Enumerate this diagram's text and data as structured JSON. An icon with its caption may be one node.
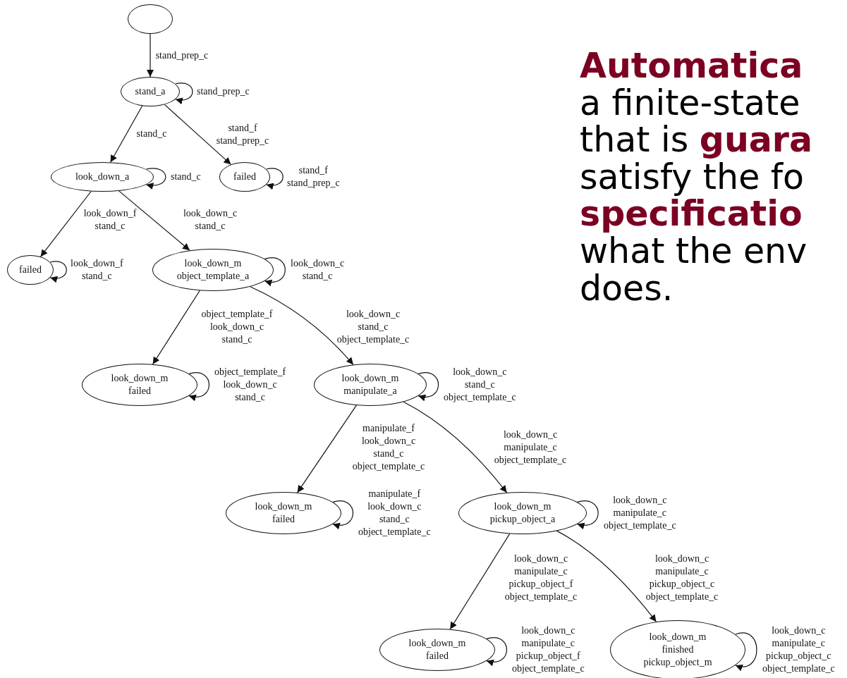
{
  "diagram": {
    "nodes": [
      {
        "text": [],
        "shape": "circle"
      },
      {
        "text": [
          "stand_a"
        ]
      },
      {
        "text": [
          "look_down_a"
        ]
      },
      {
        "text": [
          "failed"
        ]
      },
      {
        "text": [
          "failed"
        ]
      },
      {
        "text": [
          "look_down_m",
          "object_template_a"
        ]
      },
      {
        "text": [
          "look_down_m",
          "failed"
        ]
      },
      {
        "text": [
          "look_down_m",
          "manipulate_a"
        ]
      },
      {
        "text": [
          "look_down_m",
          "failed"
        ]
      },
      {
        "text": [
          "look_down_m",
          "pickup_object_a"
        ]
      },
      {
        "text": [
          "look_down_m",
          "failed"
        ]
      },
      {
        "text": [
          "look_down_m",
          "finished",
          "pickup_object_m"
        ]
      }
    ],
    "edges": [
      {
        "from": 0,
        "to": 1,
        "arrow": "to",
        "label": "stand_prep_c"
      },
      {
        "from": 1,
        "to": 1,
        "arrow": "to",
        "label": "stand_prep_c"
      },
      {
        "from": 1,
        "to": 2,
        "arrow": "to",
        "label": "stand_c"
      },
      {
        "from": 1,
        "to": 3,
        "arrow": "to",
        "label": "stand_f stand_prep_c"
      },
      {
        "from": 2,
        "to": 2,
        "arrow": "to",
        "label": "stand_c"
      },
      {
        "from": 3,
        "to": 3,
        "arrow": "to",
        "label": "stand_f stand_prep_c"
      },
      {
        "from": 2,
        "to": 4,
        "arrow": "to",
        "label": "look_down_f stand_c"
      },
      {
        "from": 2,
        "to": 5,
        "arrow": "to",
        "label": "look_down_c stand_c"
      },
      {
        "from": 4,
        "to": 4,
        "arrow": "to",
        "label": "look_down_f stand_c"
      },
      {
        "from": 5,
        "to": 5,
        "arrow": "to",
        "label": "look_down_c stand_c"
      },
      {
        "from": 5,
        "to": 6,
        "arrow": "to",
        "label": "object_template_f look_down_c stand_c"
      },
      {
        "from": 5,
        "to": 7,
        "arrow": "to",
        "label": "look_down_c stand_c object_template_c"
      },
      {
        "from": 6,
        "to": 6,
        "arrow": "to",
        "label": "object_template_f look_down_c stand_c"
      },
      {
        "from": 7,
        "to": 7,
        "arrow": "to",
        "label": "look_down_c stand_c object_template_c"
      },
      {
        "from": 7,
        "to": 8,
        "arrow": "to",
        "label": "manipulate_f look_down_c stand_c object_template_c"
      },
      {
        "from": 7,
        "to": 9,
        "arrow": "to",
        "label": "look_down_c manipulate_c object_template_c"
      },
      {
        "from": 8,
        "to": 8,
        "arrow": "to",
        "label": "manipulate_f look_down_c stand_c object_template_c"
      },
      {
        "from": 9,
        "to": 9,
        "arrow": "to",
        "label": "look_down_c manipulate_c object_template_c"
      },
      {
        "from": 9,
        "to": 10,
        "arrow": "to",
        "label": "look_down_c manipulate_c pickup_object_f object_template_c"
      },
      {
        "from": 9,
        "to": 11,
        "arrow": "to",
        "label": "look_down_c manipulate_c pickup_object_c object_template_c"
      },
      {
        "from": 10,
        "to": 10,
        "arrow": "to",
        "label": "look_down_c manipulate_c pickup_object_f object_template_c"
      },
      {
        "from": 11,
        "to": 11,
        "arrow": "to",
        "label": "look_down_c manipulate_c pickup_object_c object_template_c"
      }
    ],
    "labels": [
      "**Automatica**",
      "a finite-state",
      "that is **guara**",
      "satisfy the fo",
      "**specificatio**",
      "what the env",
      "does."
    ]
  }
}
